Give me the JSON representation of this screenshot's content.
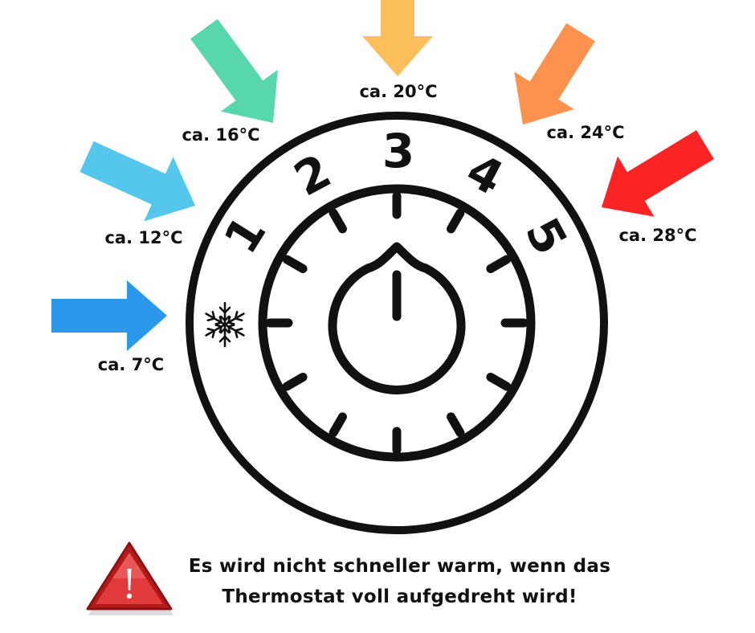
{
  "dial": {
    "numbers": [
      "1",
      "2",
      "3",
      "4",
      "5"
    ],
    "frost_symbol": "snowflake-icon"
  },
  "temperatures": [
    {
      "label": "ca. 7°C",
      "color": "#2B98EC"
    },
    {
      "label": "ca. 12°C",
      "color": "#55C6EC"
    },
    {
      "label": "ca. 16°C",
      "color": "#58D8AA"
    },
    {
      "label": "ca. 20°C",
      "color": "#FDBF5C"
    },
    {
      "label": "ca. 24°C",
      "color": "#FC924E"
    },
    {
      "label": "ca. 28°C",
      "color": "#FB2424"
    }
  ],
  "warning": {
    "icon": "warning-triangle-icon",
    "line1": "Es wird nicht schneller warm, wenn das",
    "line2": "Thermostat voll aufgedreht wird!"
  }
}
